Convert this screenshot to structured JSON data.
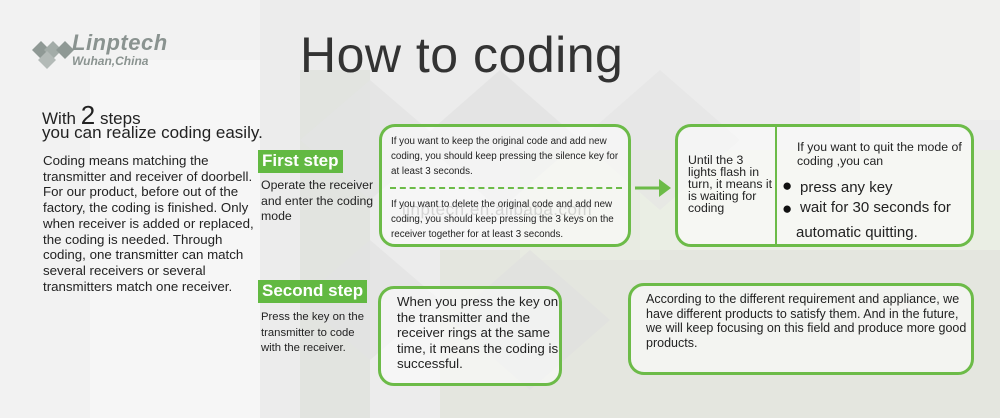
{
  "logo": {
    "name": "Linptech",
    "city": "Wuhan,China"
  },
  "title": "How to coding",
  "steps_heading": {
    "prefix": "With",
    "count": "2",
    "suffix": "steps",
    "line2": "you can realize coding easily."
  },
  "intro": "Coding means matching the transmitter and receiver of doorbell. For our product, before out of the factory, the coding is finished. Only when receiver is added or replaced, the coding is needed. Through coding, one transmitter can match several receivers or several transmitters match one receiver.",
  "first_step": {
    "label": "First step",
    "desc": "Operate the receiver and enter the coding mode",
    "keep_code": "If you want to keep the original code and add new coding, you should keep pressing the silence key for at least 3 seconds.",
    "delete_code": "If you want to delete the original code and add new coding, you should keep pressing the 3 keys on the receiver together for at least 3 seconds."
  },
  "waiting": {
    "text": "Until the 3 lights flash in turn, it means it is waiting for coding",
    "quit_intro": "If you want to quit the mode of coding ,you can",
    "option1": "press any key",
    "option2": "wait for 30 seconds for",
    "option2b": "automatic quitting."
  },
  "second_step": {
    "label": "Second step",
    "desc": "Press the key on the transmitter to code with the receiver.",
    "success": "When you press the key on the transmitter and the receiver rings at the same time, it means the coding is successful."
  },
  "closing": "According to the different requirement and appliance, we have different products to satisfy them. And in the future, we will keep focusing on this field and produce more good products.",
  "watermark": "linptech.en.alibaba.com",
  "colors": {
    "accent": "#62b942",
    "border": "#6cbb48"
  }
}
